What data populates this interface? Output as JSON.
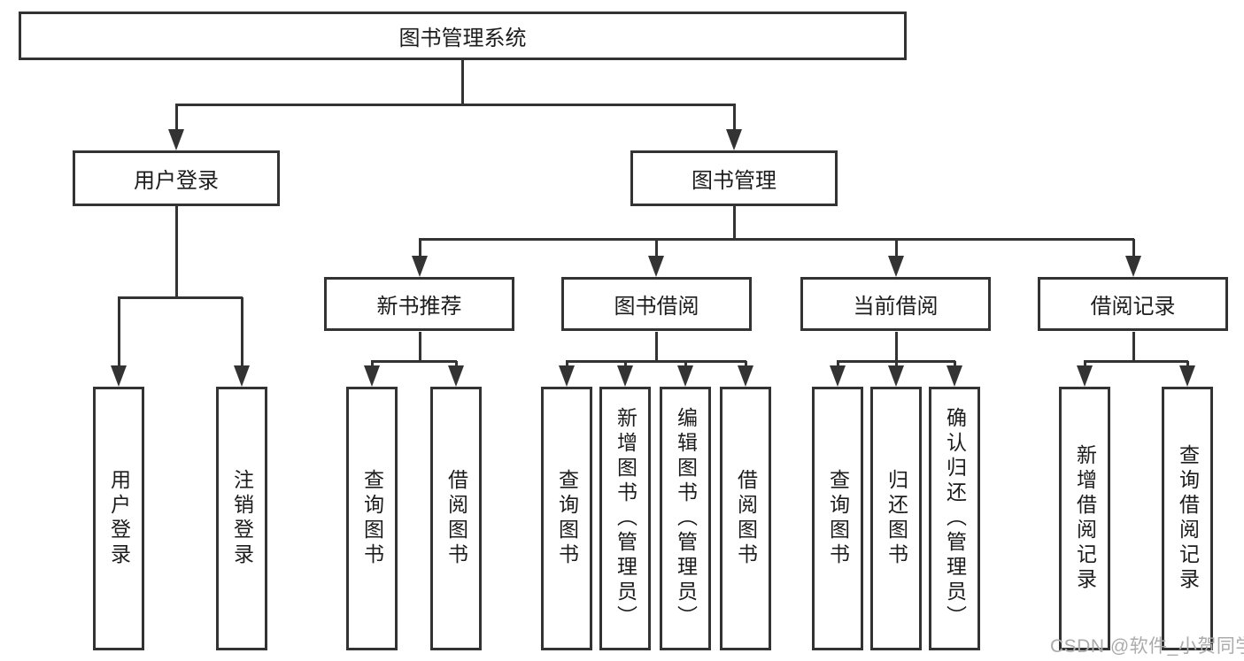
{
  "diagram": {
    "root": {
      "label": "图书管理系统"
    },
    "branches": [
      {
        "label": "用户登录",
        "children": [
          {
            "label": "用户登录"
          },
          {
            "label": "注销登录"
          }
        ]
      },
      {
        "label": "图书管理",
        "children": [
          {
            "label": "新书推荐",
            "children": [
              {
                "label": "查询图书"
              },
              {
                "label": "借阅图书"
              }
            ]
          },
          {
            "label": "图书借阅",
            "children": [
              {
                "label": "查询图书"
              },
              {
                "label": "新增图书（管理员）"
              },
              {
                "label": "编辑图书（管理员）"
              },
              {
                "label": "借阅图书"
              }
            ]
          },
          {
            "label": "当前借阅",
            "children": [
              {
                "label": "查询图书"
              },
              {
                "label": "归还图书"
              },
              {
                "label": "确认归还（管理员）"
              }
            ]
          },
          {
            "label": "借阅记录",
            "children": [
              {
                "label": "新增借阅记录"
              },
              {
                "label": "查询借阅记录"
              }
            ]
          }
        ]
      }
    ]
  },
  "watermark": {
    "text": "CSDN @软件_小贺同学",
    "color": "#ababab"
  },
  "colors": {
    "line": "#333333",
    "background": "#ffffff",
    "text": "#1c1c1c"
  }
}
